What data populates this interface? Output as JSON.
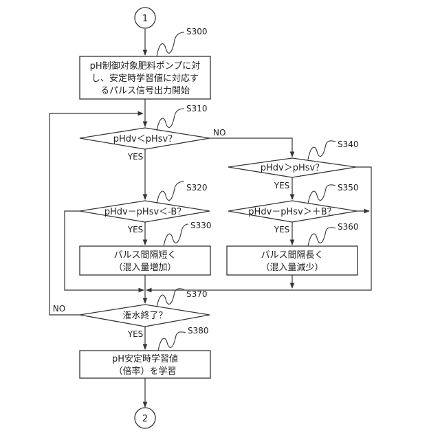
{
  "nodes": {
    "start": {
      "label": "1"
    },
    "end": {
      "label": "2"
    },
    "s300": {
      "step": "S300",
      "lines": [
        "pH制御対象肥料ポンプに対",
        "し、安定時学習値に対応す",
        "るパルス信号出力開始"
      ]
    },
    "s310": {
      "step": "S310",
      "label": "pHdv＜pHsv？"
    },
    "s320": {
      "step": "S320",
      "label": "pHdv－pHsv＜-B？"
    },
    "s330": {
      "step": "S330",
      "lines": [
        "パルス間隔短く",
        "（混入量増加）"
      ]
    },
    "s340": {
      "step": "S340",
      "label": "pHdv＞pHsv？"
    },
    "s350": {
      "step": "S350",
      "label": "pHdv－pHsv＞＋B？"
    },
    "s360": {
      "step": "S360",
      "lines": [
        "パルス間隔長く",
        "（混入量減少）"
      ]
    },
    "s370": {
      "step": "S370",
      "label": "潅水終了？"
    },
    "s380": {
      "step": "S380",
      "lines": [
        "pH安定時学習値",
        "（倍率）を学習"
      ]
    }
  },
  "edges": {
    "s310_yes": "YES",
    "s310_no": "NO",
    "s320_yes": "YES",
    "s340_yes": "YES",
    "s350_yes": "YES",
    "s370_yes": "YES",
    "s370_no": "NO"
  }
}
